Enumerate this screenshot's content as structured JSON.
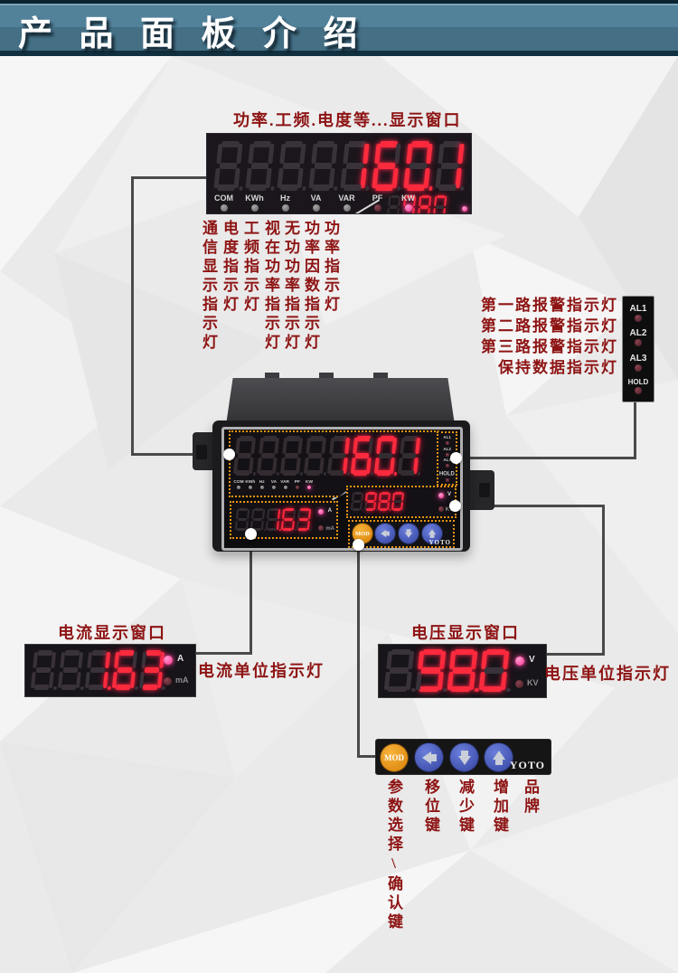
{
  "header": {
    "title": "产 品 面 板 介 绍"
  },
  "top_section": {
    "caption": "功率.工频.电度等...显示窗口",
    "display": {
      "ghosts": 4,
      "value": "160.1"
    },
    "corner_display": {
      "ghosts": 1,
      "value": "98.0"
    },
    "indicator_labels": [
      "COM",
      "KWh",
      "Hz",
      "VA",
      "VAR",
      "PF",
      "KW"
    ],
    "lit_indicator": "KW",
    "indicator_columns": [
      "通信显示指示灯",
      "电度指示灯",
      "工频指示灯",
      "视在功率指示灯",
      "无功功率指示灯",
      "功率因数指示灯",
      "功率指示灯"
    ]
  },
  "alarm_section": {
    "labels": [
      "第一路报警指示灯",
      "第二路报警指示灯",
      "第三路报警指示灯",
      "保持数据指示灯"
    ],
    "led_labels": [
      "AL1",
      "AL2",
      "AL3",
      "HOLD"
    ]
  },
  "device": {
    "main_display": {
      "ghosts": 4,
      "value": "160.1"
    },
    "voltage_display": {
      "ghosts": 1,
      "value": "98.0"
    },
    "current_display": {
      "ghosts": 2,
      "value": "1.63"
    },
    "brand": "YOTO",
    "mod_label": "MOD",
    "button_icons": [
      "left-arrow",
      "down-arrow",
      "up-arrow"
    ]
  },
  "current_section": {
    "caption": "电流显示窗口",
    "unit_caption": "电流单位指示灯",
    "display": {
      "ghosts": 2,
      "value": "1.63"
    },
    "units": [
      "A",
      "mA"
    ],
    "lit_unit": "A"
  },
  "voltage_section": {
    "caption": "电压显示窗口",
    "unit_caption": "电压单位指示灯",
    "display": {
      "ghosts": 1,
      "value": "98.0"
    },
    "units": [
      "V",
      "KV"
    ],
    "lit_unit": "V"
  },
  "buttons_section": {
    "mod_label": "MOD",
    "brand": "YOTO",
    "key_labels": [
      "参数选择\\确认键",
      "移位键",
      "减少键",
      "增加键",
      "品牌"
    ]
  },
  "colors": {
    "header_teal": "#52829a",
    "label_dark_red": "#8e1414",
    "segment_lit_red": "#fb2b3d",
    "led_lit_pink": "#ff3f9e",
    "dotted_accent_orange": "#e79410"
  }
}
